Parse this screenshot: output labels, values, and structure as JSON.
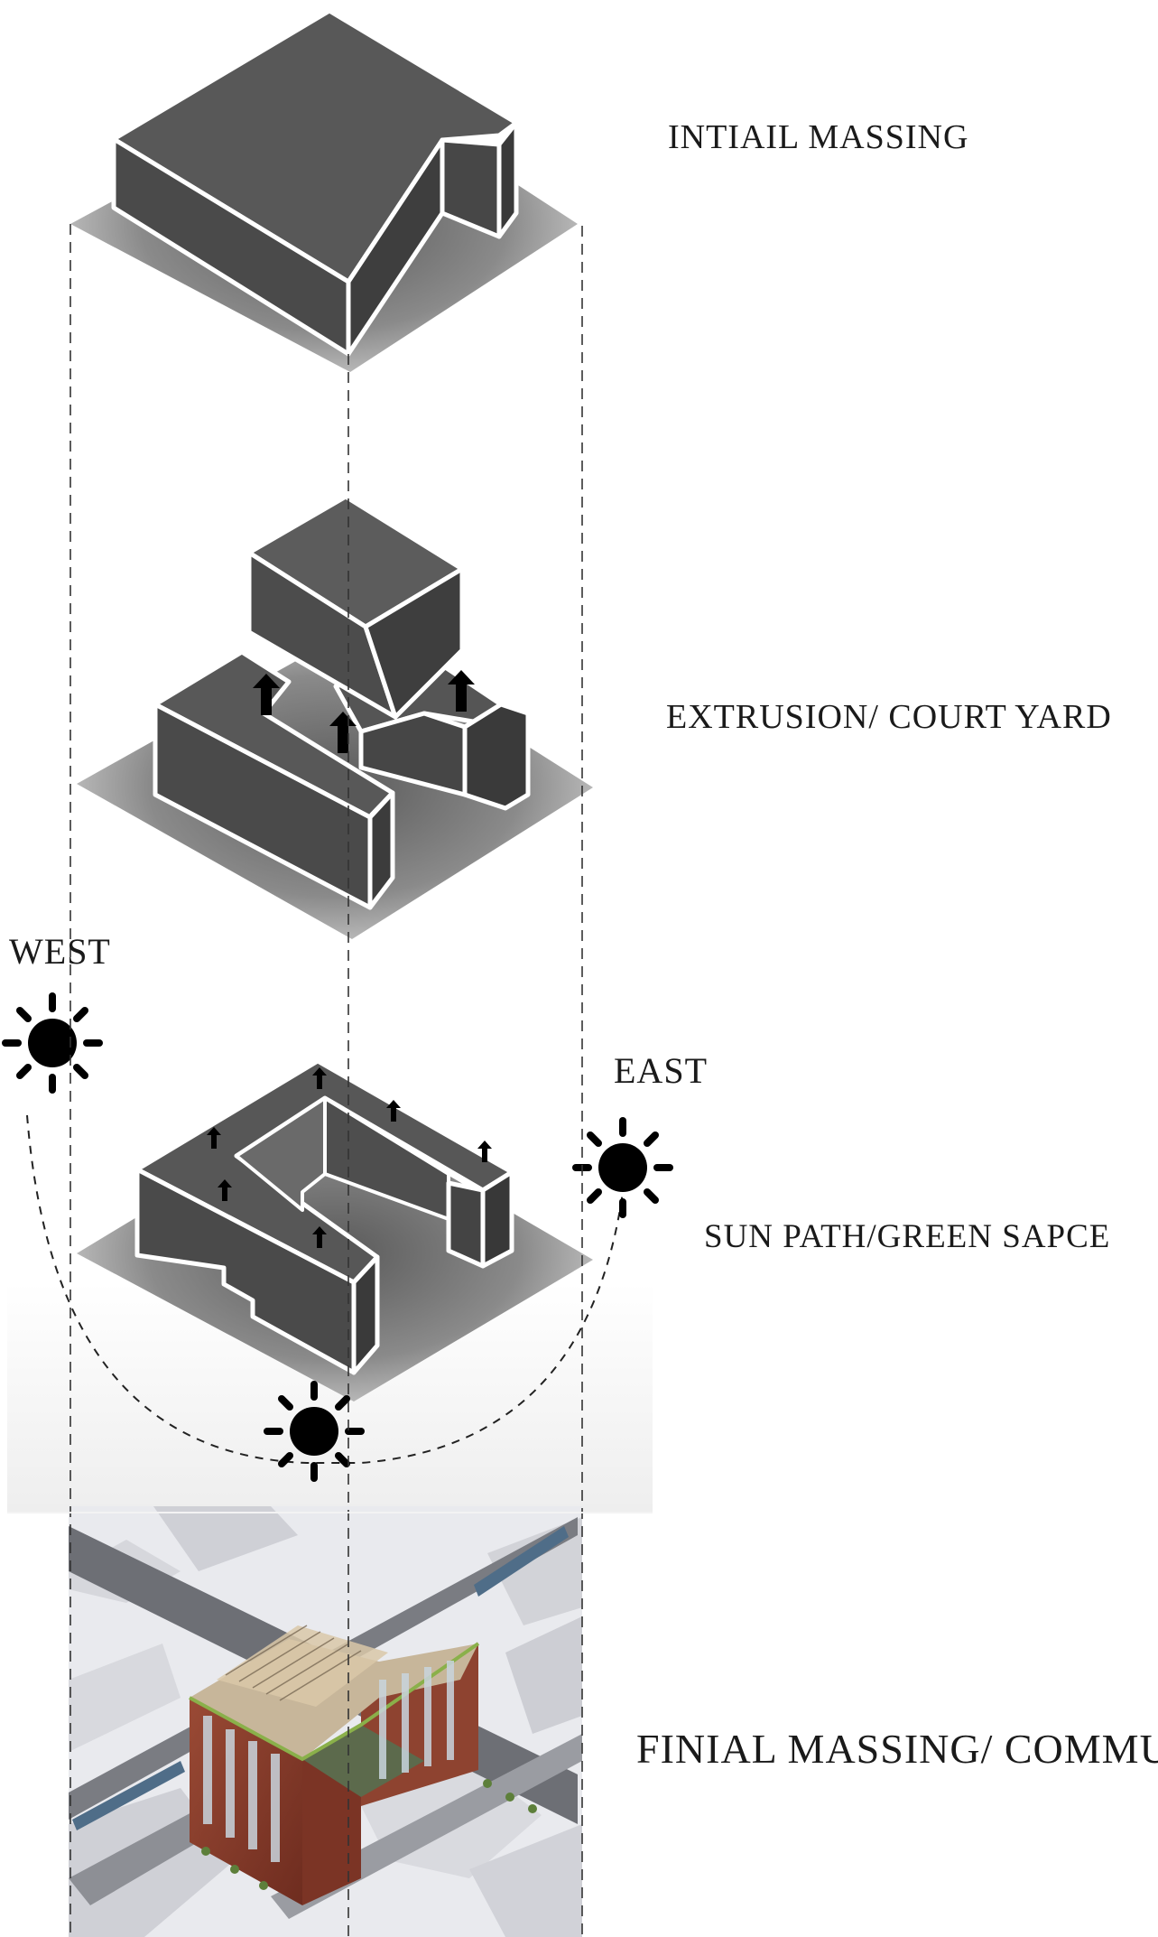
{
  "steps": [
    {
      "id": "initial",
      "label": "INTIAIL MASSING"
    },
    {
      "id": "extrusion",
      "label": "EXTRUSION/ COURT YARD"
    },
    {
      "id": "sun",
      "label": "SUN PATH/GREEN SAPCE"
    },
    {
      "id": "final",
      "label": "FINIAL MASSING/ COMMUNITY"
    }
  ],
  "directions": {
    "west": "WEST",
    "east": "EAST"
  },
  "colors": {
    "mass_fill": "#555555",
    "mass_dark": "#3f3f3f",
    "mass_edge": "#ffffff",
    "ground_shadow": "#8c8c8c",
    "sun": "#000000",
    "brick": "#8a3b2a",
    "city_block": "#dcdde2"
  },
  "icons": [
    "sun-icon",
    "up-arrow-icon"
  ]
}
